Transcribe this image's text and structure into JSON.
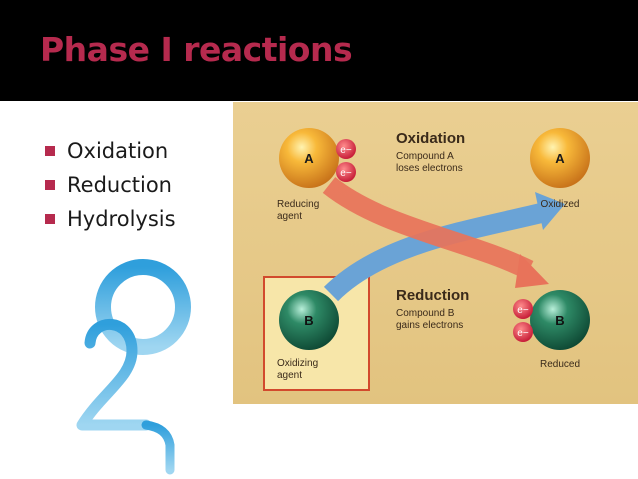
{
  "slide": {
    "title": "Phase I reactions",
    "bullets": [
      "Oxidation",
      "Reduction",
      "Hydrolysis"
    ]
  },
  "figure": {
    "oxidation_title": "Oxidation",
    "oxidation_desc_1": "Compound A",
    "oxidation_desc_2": "loses electrons",
    "reduction_title": "Reduction",
    "reduction_desc_1": "Compound B",
    "reduction_desc_2": "gains electrons",
    "reducing_agent_1": "Reducing",
    "reducing_agent_2": "agent",
    "oxidizing_agent_1": "Oxidizing",
    "oxidizing_agent_2": "agent",
    "oxidized": "Oxidized",
    "reduced": "Reduced",
    "label_a": "A",
    "label_b": "B",
    "electron": "e−"
  },
  "colors": {
    "header_bg": "#000000",
    "title": "#b62a4e",
    "bullet": "#b62a4e",
    "panel_bg": "#e8cf93",
    "highlight_box": "#f7e6a9",
    "sphere_a": "#f2a32a",
    "sphere_b": "#23755a",
    "electron": "#d5213b",
    "arrow_red": "#e8735a",
    "arrow_blue": "#6aa3d6",
    "logo_blue": "#3fa7dd"
  },
  "icons": {
    "logo": "h2o-logo-icon"
  }
}
